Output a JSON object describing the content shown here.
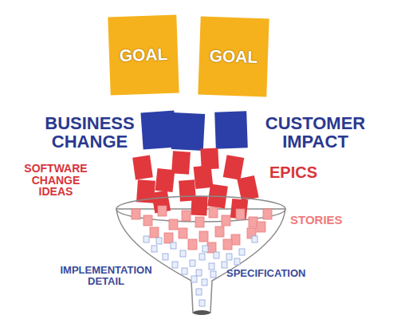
{
  "diagram": {
    "nodes": [
      {
        "text": [
          "GOAL"
        ]
      },
      {
        "text": [
          "GOAL"
        ]
      }
    ],
    "labels": [
      "BUSINESS CHANGE",
      "CUSTOMER IMPACT",
      "SOFTWARE CHANGE IDEAS",
      "EPICS",
      "STORIES",
      "IMPLEMENTATION DETAIL",
      "SPECIFICATION"
    ]
  }
}
